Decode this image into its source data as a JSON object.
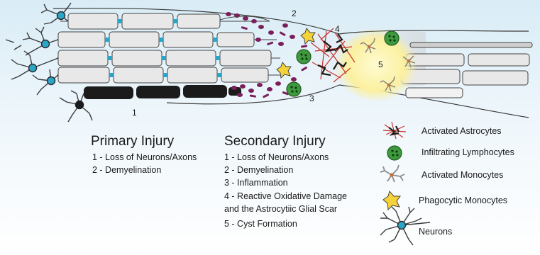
{
  "markers": {
    "m1": "1",
    "m2": "2",
    "m3": "3",
    "m4": "4",
    "m5": "5"
  },
  "primary": {
    "heading": "Primary Injury",
    "items": [
      "1 - Loss of Neurons/Axons",
      "2 - Demyelination"
    ]
  },
  "secondary": {
    "heading": "Secondary Injury",
    "items": [
      "1 - Loss of Neurons/Axons",
      "2 - Demyelination",
      "3 - Inflammation",
      "4 - Reactive Oxidative Damage",
      "and the Astrocytiic Glial Scar",
      "5 - Cyst Formation"
    ]
  },
  "legend": {
    "items": [
      {
        "icon": "activated-astrocyte-icon",
        "label": "Activated Astrocytes"
      },
      {
        "icon": "infiltrating-lymphocyte-icon",
        "label": "Infiltrating Lymphocytes"
      },
      {
        "icon": "activated-monocyte-icon",
        "label": "Activated Monocytes"
      },
      {
        "icon": "phagocytic-monocyte-icon",
        "label": "Phagocytic Monocytes"
      },
      {
        "icon": "neuron-icon",
        "label": "Neurons"
      }
    ]
  },
  "colors": {
    "myelin_fill": "#e8e8e8",
    "myelin_stroke": "#444444",
    "node": "#2aa5c8",
    "lost_axon": "#1b1b1b",
    "debris": "#7a1f5c",
    "lymphocyte": "#3f9a3f",
    "astrocyte": "#c8322a",
    "phagocyte": "#f4d23a",
    "cyst": "#fbf2a8",
    "neuron": "#3a3a3a",
    "neuron_nucleus": "#2aa5c8"
  }
}
